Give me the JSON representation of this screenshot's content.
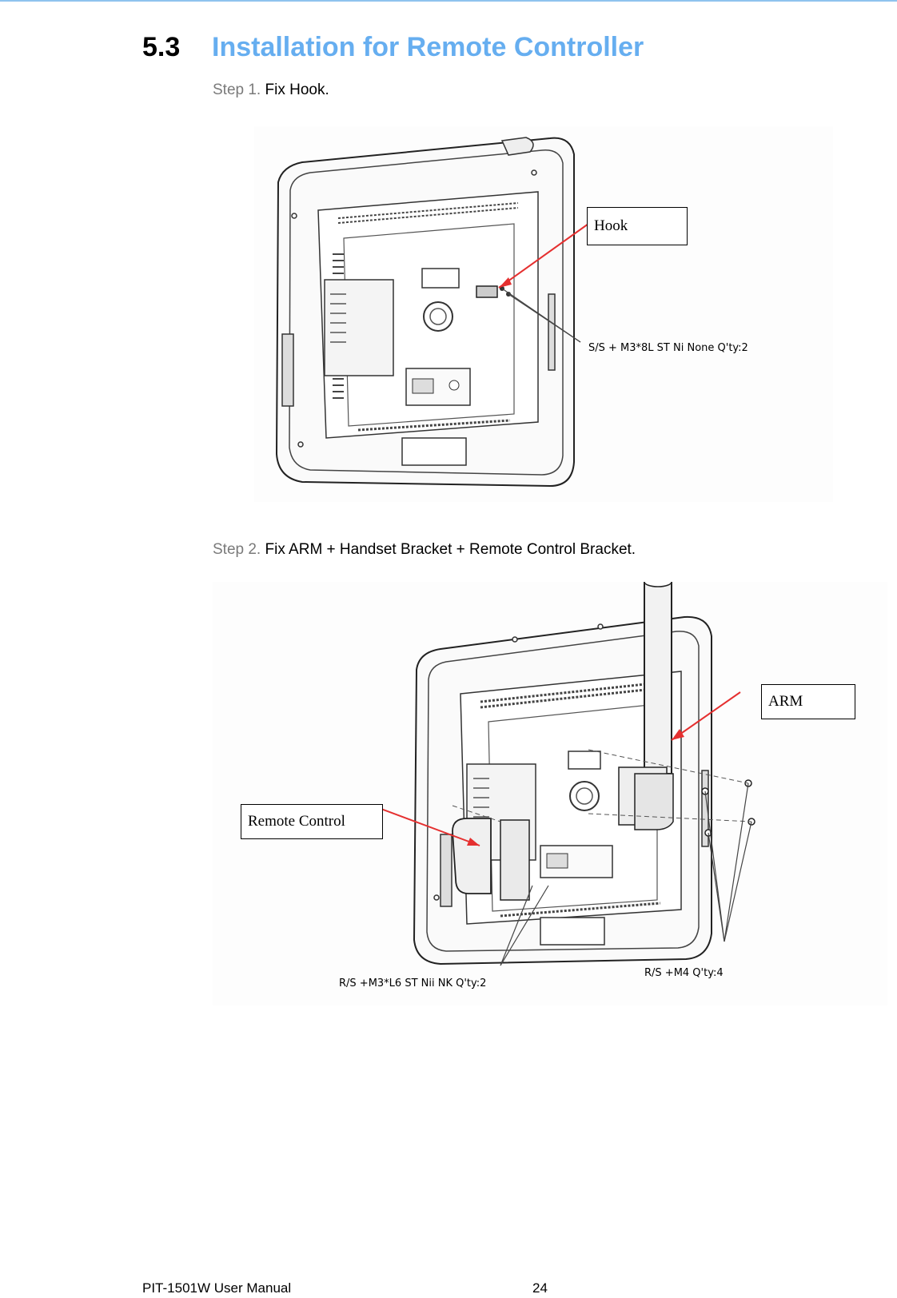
{
  "section": {
    "number": "5.3",
    "title": "Installation for Remote Controller"
  },
  "steps": [
    {
      "prefix": "Step 1.",
      "text": "Fix Hook."
    },
    {
      "prefix": "Step 2.",
      "text": "Fix ARM + Handset Bracket + Remote Control Bracket."
    }
  ],
  "figure1": {
    "callout": "Hook",
    "screw_note": "S/S + M3*8L ST Ni None Q'ty:2"
  },
  "figure2": {
    "callout_arm": "ARM",
    "callout_remote": "Remote Control",
    "screw_note_left": "R/S +M3*L6 ST Nii NK  Q'ty:2",
    "screw_note_right": "R/S +M4  Q'ty:4"
  },
  "footer": {
    "manual": "PIT-1501W User Manual",
    "page": "24"
  },
  "colors": {
    "title": "#66aef0",
    "rule": "#8fc3ee",
    "arrow": "#e53030"
  }
}
